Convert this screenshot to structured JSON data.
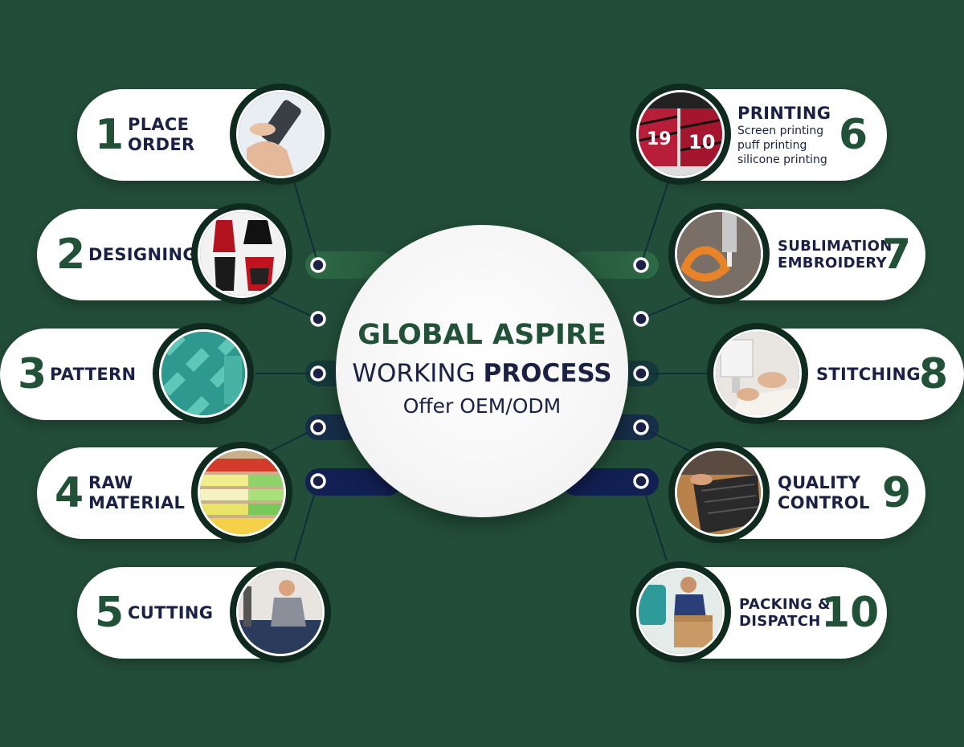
{
  "center": {
    "title": "GLOBAL ASPIRE",
    "subtitle_regular": "WORKING",
    "subtitle_bold": "PROCESS",
    "offer": "Offer OEM/ODM"
  },
  "steps": [
    {
      "number": "1",
      "line1": "PLACE",
      "line2": "ORDER",
      "icon": "phone-hand-icon"
    },
    {
      "number": "2",
      "line1": "DESIGNING",
      "line2": "",
      "icon": "jersey-design-icon"
    },
    {
      "number": "3",
      "line1": "PATTERN",
      "line2": "",
      "icon": "pattern-fabric-icon"
    },
    {
      "number": "4",
      "line1": "RAW",
      "line2": "MATERIAL",
      "icon": "fabric-rolls-icon"
    },
    {
      "number": "5",
      "line1": "CUTTING",
      "line2": "",
      "icon": "cutting-worker-icon"
    },
    {
      "number": "6",
      "line1": "PRINTING",
      "sub1": "Screen printing",
      "sub2": "puff printing",
      "sub3": "silicone printing",
      "icon": "printed-jersey-icon"
    },
    {
      "number": "7",
      "line1": "SUBLIMATION",
      "line2": "EMBROIDERY",
      "icon": "embroidery-machine-icon"
    },
    {
      "number": "8",
      "line1": "STITCHING",
      "line2": "",
      "icon": "sewing-machine-icon"
    },
    {
      "number": "9",
      "line1": "QUALITY",
      "line2": "CONTROL",
      "icon": "quality-check-icon"
    },
    {
      "number": "10",
      "line1": "PACKING &",
      "line2": "DISPATCH",
      "icon": "packing-box-icon"
    }
  ],
  "colors": {
    "background": "#224d38",
    "number_green": "#215136",
    "label_navy": "#1a2145",
    "pill": "#ffffff"
  }
}
